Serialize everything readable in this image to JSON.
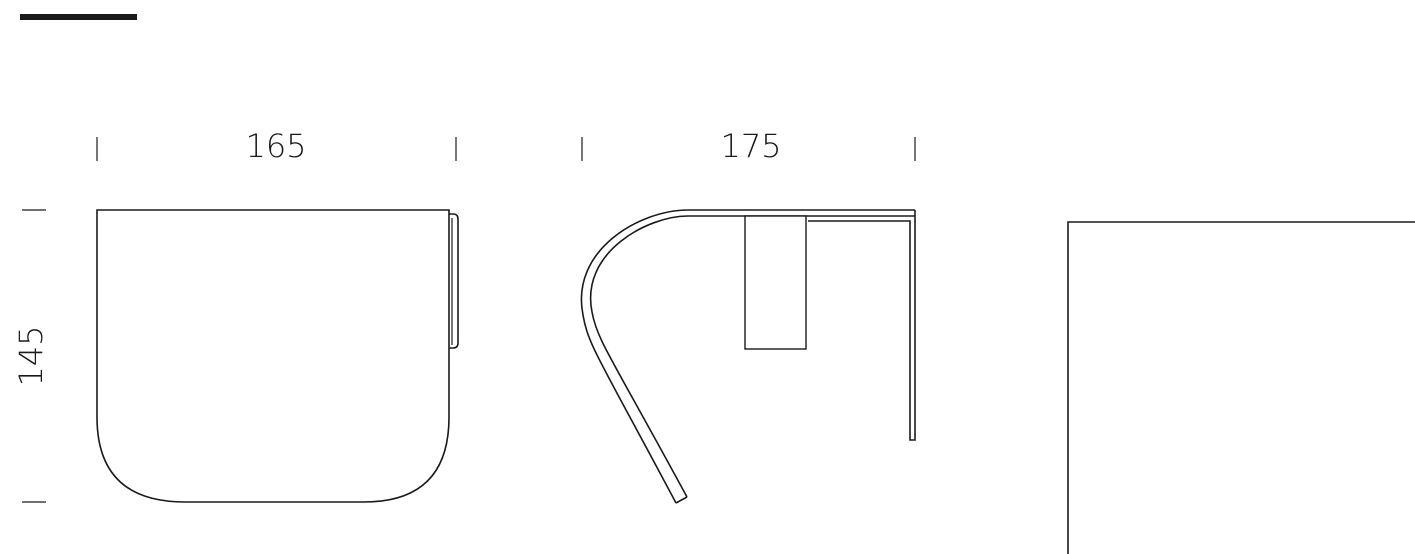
{
  "header": {
    "accent_color": "#1a1a1a"
  },
  "dimensions": {
    "front_width": "165",
    "side_width": "175",
    "height": "145"
  },
  "colors": {
    "line": "#1a1a1a",
    "background": "#ffffff"
  }
}
